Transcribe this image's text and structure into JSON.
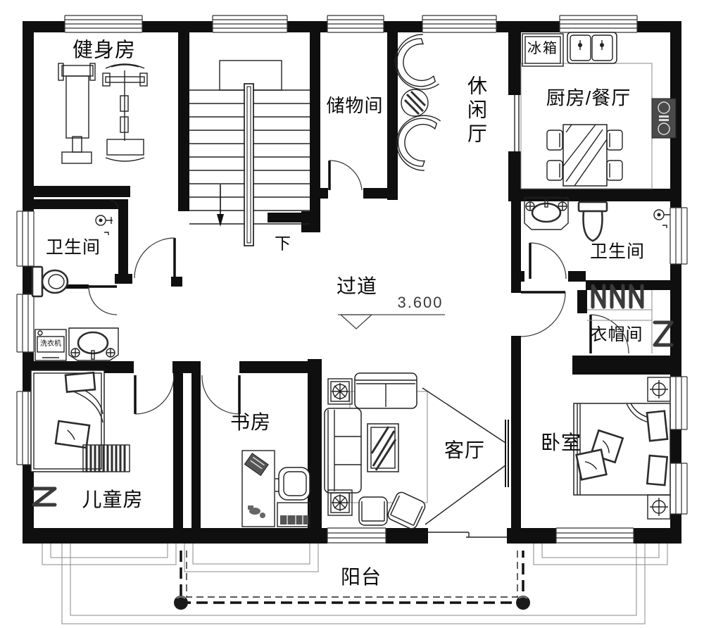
{
  "rooms": {
    "gym": "健身房",
    "storage": "储物间",
    "leisure": "休闲厅",
    "kitchen_dining": "厨房/餐厅",
    "bath_left": "卫生间",
    "bath_right": "卫生间",
    "cloakroom": "衣帽间",
    "corridor": "过道",
    "study": "书房",
    "living": "客厅",
    "bedroom": "卧室",
    "kids": "儿童房",
    "balcony": "阳台"
  },
  "annotations": {
    "fridge": "冰箱",
    "washer": "洗衣机",
    "stairs_down": "下",
    "elevation": "3.600"
  },
  "colors": {
    "background": "#ffffff",
    "wall": "#0f0f0f",
    "line": "#222222",
    "furniture_dark": "#4a4a4a"
  }
}
